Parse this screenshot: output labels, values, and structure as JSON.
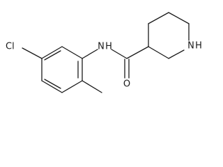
{
  "diagram": {
    "atom_labels": {
      "chlorine": "Cl",
      "amide_nitrogen": "N",
      "amide_hydrogen": "H",
      "carbonyl_oxygen": "O",
      "ring_nitrogen": "N",
      "ring_hydrogen": "H"
    }
  }
}
